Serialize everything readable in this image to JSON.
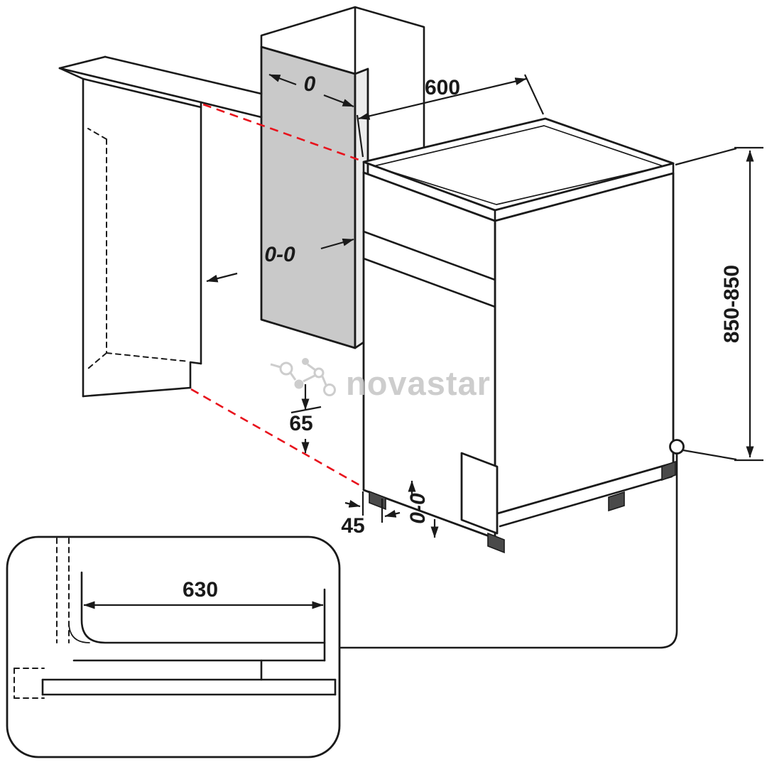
{
  "watermark": {
    "text": "novastar"
  },
  "labels": {
    "top_gap": "0",
    "side_gap": "0-0",
    "width": "600",
    "height": "850-850",
    "base_recess": "65",
    "foot_offset": "45",
    "foot_adjust": "0-0",
    "door_open_depth": "630"
  },
  "colors": {
    "line": "#1a1a1a",
    "alignment": "#e8121c",
    "panel_fill": "#c9c9c9",
    "panel_edge": "#ececec",
    "watermark": "#c8c8c8",
    "foot_fill": "#4a4a4a"
  }
}
